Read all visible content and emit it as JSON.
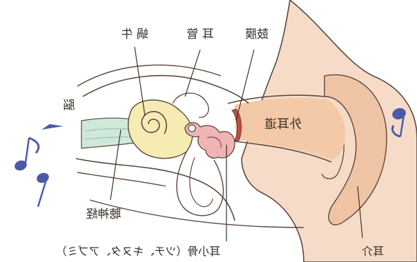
{
  "labels": {
    "cochlea": "蝸 牛",
    "ear_canal_tube": "耳 管",
    "eardrum": "鼓膜",
    "brain": "脳",
    "external_canal": "外耳道",
    "auditory_nerve": "聴神経",
    "ossicles": "耳小骨（ツチ、キヌタ、アブミ）",
    "auricle": "耳介"
  },
  "colors": {
    "skin": "#f6dcc8",
    "skin_dark": "#efc4a4",
    "outline": "#5a4638",
    "canal": "#f3c9a8",
    "eardrum": "#c8483a",
    "cochlea": "#f6ebb2",
    "ossicles": "#f1b4b4",
    "nerve": "#cfe8da",
    "note": "#4b5aa8"
  }
}
